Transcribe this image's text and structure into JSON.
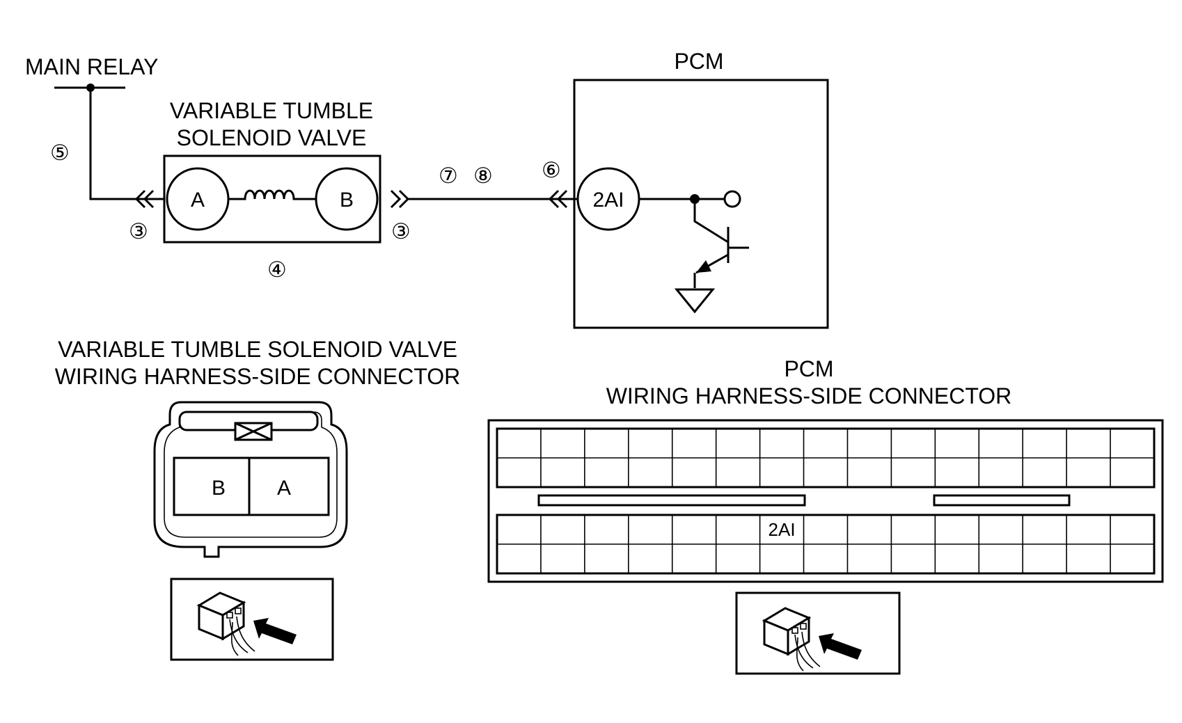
{
  "labels": {
    "main_relay": "MAIN RELAY",
    "valve_title_line1": "VARIABLE TUMBLE",
    "valve_title_line2": "SOLENOID VALVE",
    "pcm_title": "PCM",
    "valve_connector_line1": "VARIABLE TUMBLE SOLENOID VALVE",
    "valve_connector_line2": "WIRING HARNESS-SIDE CONNECTOR",
    "pcm_connector_line1": "PCM",
    "pcm_connector_line2": "WIRING HARNESS-SIDE CONNECTOR"
  },
  "pins": {
    "valve_a": "A",
    "valve_b": "B",
    "pcm_2ai": "2AI",
    "connector_b": "B",
    "connector_a": "A",
    "pcm_grid_2ai": "2AI"
  },
  "step_markers": {
    "m5": "⑤",
    "m3_left": "③",
    "m3_right": "③",
    "m4": "④",
    "m7": "⑦",
    "m8": "⑧",
    "m6": "⑥"
  },
  "pcm_connector_grid": {
    "columns": 15,
    "rows_per_block": 2,
    "blocks": 2,
    "labeled_pin": {
      "text": "2AI",
      "block": 2,
      "row": 1,
      "column": 7
    }
  }
}
